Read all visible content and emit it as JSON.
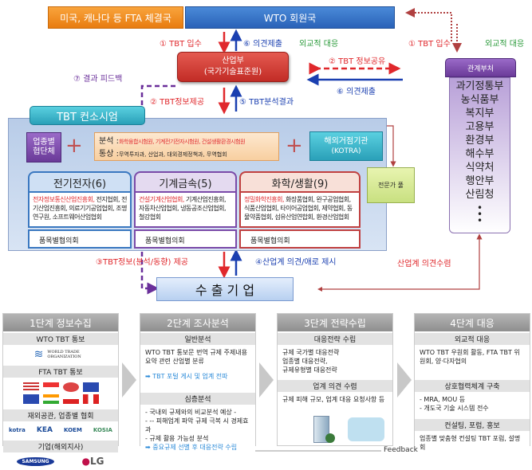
{
  "top": {
    "fta_countries": "미국, 캐나다 등 FTA 체결국",
    "wto_members": "WTO 회원국"
  },
  "arrows": {
    "tbt_receive": "① TBT 입수",
    "opinion_submit": "⑥ 의견제출",
    "diplomatic": "외교적 대응",
    "info_share": "② TBT 정보공유",
    "opinion_submit2": "⑥ 의견제출",
    "tbt_receive_right": "① TBT 입수",
    "diplomatic_right": "외교적 대응",
    "feedback": "⑦ 결과 피드백",
    "info_provide": "② TBT정보제공",
    "analysis_result": "⑤ TBT분석결과",
    "info_to_exporters": "③TBT정보(분석/동향) 제공",
    "industry_opinion": "④산업계 의견/애로 제시",
    "industry_collect": "산업계 의견수렴"
  },
  "motie": {
    "line1": "산업부",
    "line2": "(국가기술표준원)"
  },
  "ministries": {
    "header": "관계부처",
    "items": [
      "과기정통부",
      "농식품부",
      "복지부",
      "고용부",
      "환경부",
      "해수부",
      "식약처",
      "행안부",
      "산림청"
    ],
    "more": "•\n•\n•"
  },
  "consortium": {
    "title": "TBT 컨소시엄",
    "associations": "업종별 협단체",
    "analysis_label": "분석 :",
    "analysis_text": "화학융합시험원, 기계전기전자시험원, 건설생활환경시험원",
    "trade_label": "통상 :",
    "trade_text": "무역투자과, 산업과, 대외경제정책과, 무역협회",
    "kotra": {
      "line1": "해외거점기관",
      "line2": "(KOTRA)"
    },
    "expert_pool": "전문가 풀",
    "categories": [
      {
        "title": "전기전자(6)",
        "lead": "전자정보통신산업진흥회,",
        "text": " 전지협회, 전기산업진흥회, 의료기기공업협회, 조명연구원, 소프트웨어산업협회",
        "footer": "품목별협의회",
        "color": "#3a78c0",
        "bg": "#cfe0f4"
      },
      {
        "title": "기계금속(5)",
        "lead": "건설기계산업협회,",
        "text": " 기계산업진흥회, 자동차산업협회, 냉동공조산업협회, 철강협회",
        "footer": "품목별협의회",
        "color": "#7a4aa8",
        "bg": "#e4daf0"
      },
      {
        "title": "화학/생활(9)",
        "lead": "정밀화학진흥회,",
        "text": " 화장품협회, 완구공업협회, 식품산업협회, 타이어공업협회, 제약협회, 동물약품협회, 섬유산업연합회, 환경산업협회",
        "footer": "품목별협의회",
        "color": "#c04040",
        "bg": "#f8e0d8"
      }
    ]
  },
  "exporters": "수 출 기 업",
  "stages": [
    {
      "title": "1단계 정보수집",
      "sections": [
        {
          "head": "WTO  TBT 통보",
          "logo": "WORLD TRADE ORGANIZATION"
        },
        {
          "head": "FTA  TBT 통보"
        },
        {
          "head": "재외공관, 업종별 협회",
          "logos": [
            "kotra",
            "KEA",
            "KOEM",
            "KOSIA"
          ]
        },
        {
          "head": "기업(해외지사)",
          "logos": [
            "SAMSUNG",
            "LG"
          ]
        }
      ]
    },
    {
      "title": "2단계 조사분석",
      "sections": [
        {
          "head": "일반분석",
          "body": "WTO TBT 통보문 번역 규제 주제내용 요약 관련 산업별 분류",
          "highlight": "TBT 포털 게시 및 업계 전파"
        },
        {
          "head": "심층분석",
          "body": "- 국내외 규제와의 비교분석 예상 -\n- -- 피해업계 파악 규제 극복 시 경제효과\n- 규제 활용 가능성 분석",
          "highlight": "중요규제 선별 후 대응전략 수립"
        }
      ]
    },
    {
      "title": "3단계 전략수립",
      "sections": [
        {
          "head": "대응전략 수립",
          "body": "규제 국가별 대응전략\n업종별 대응전략,\n규제유형별 대응전략"
        },
        {
          "head": "업계 의견 수렴",
          "body": "규제 피해 규모, 업계 대응 요청사항 등"
        }
      ]
    },
    {
      "title": "4단계 대응",
      "sections": [
        {
          "head": "외교적 대응",
          "body": "WTO TBT 우원회 활동, FTA TBT 위원회, 양·다자협의"
        },
        {
          "head": "상호협력체계 구축",
          "body": "- MRA, MOU 등\n- 개도국 기술 시스템 전수"
        },
        {
          "head": "컨설팅, 포럼, 홍보",
          "body": "업종별 맞춤형 컨설팅 TBT 포럼, 설명회"
        }
      ]
    }
  ],
  "feedback_label": "Feedback"
}
